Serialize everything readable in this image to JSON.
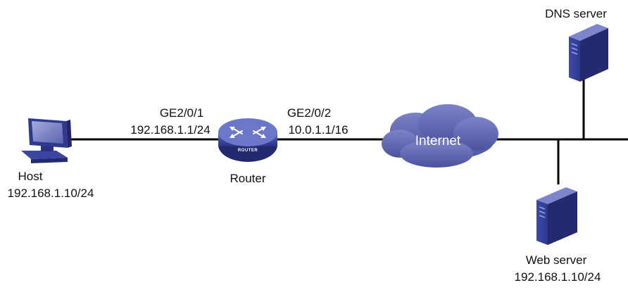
{
  "host": {
    "label": "Host",
    "ip": "192.168.1.10/24"
  },
  "router": {
    "label": "Router",
    "badge": "ROUTER",
    "left_interface": {
      "name": "GE2/0/1",
      "ip": "192.168.1.1/24"
    },
    "right_interface": {
      "name": "GE2/0/2",
      "ip": "10.0.1.1/16"
    }
  },
  "internet": {
    "label": "Internet"
  },
  "dns_server": {
    "label": "DNS server"
  },
  "web_server": {
    "label": "Web server",
    "ip": "192.168.1.10/24"
  },
  "colors": {
    "device_blue": "#3c4aa0",
    "device_dark": "#232a70",
    "cloud": "#5b63b0",
    "link": "#000000"
  }
}
